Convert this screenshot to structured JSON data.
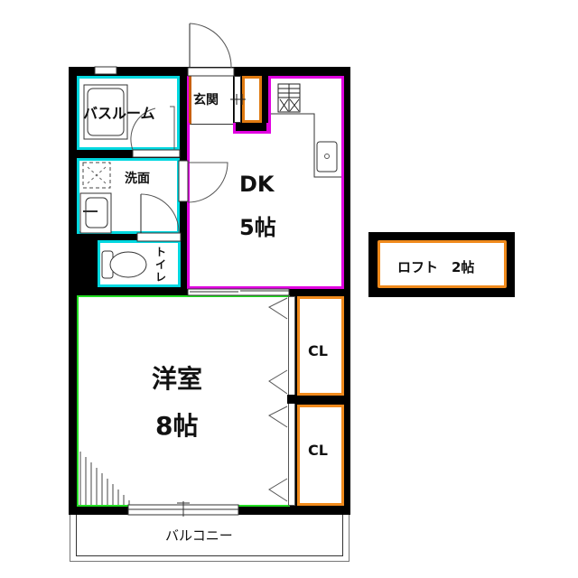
{
  "floor_plan": {
    "rooms": {
      "bathroom": {
        "label": "バスルーム",
        "outline_color": "#00d8e0"
      },
      "washroom": {
        "label": "洗面",
        "outline_color": "#00d8e0"
      },
      "toilet": {
        "label": "トイレ",
        "outline_color": "#00d8e0"
      },
      "entrance": {
        "label": "玄関",
        "outline_color": "#e07a10"
      },
      "dk": {
        "label": "DK",
        "size": "5帖",
        "outline_color": "#e000e0"
      },
      "western_room": {
        "label": "洋室",
        "size": "8帖",
        "outline_color": "#22dd22"
      },
      "closet_1": {
        "label": "CL",
        "outline_color": "#f08a1c"
      },
      "closet_2": {
        "label": "CL",
        "outline_color": "#f08a1c"
      },
      "balcony": {
        "label": "バルコニー"
      },
      "loft": {
        "label": "ロフト　2帖",
        "outline_color": "#f08a1c"
      }
    },
    "wall_color": "#000000"
  }
}
